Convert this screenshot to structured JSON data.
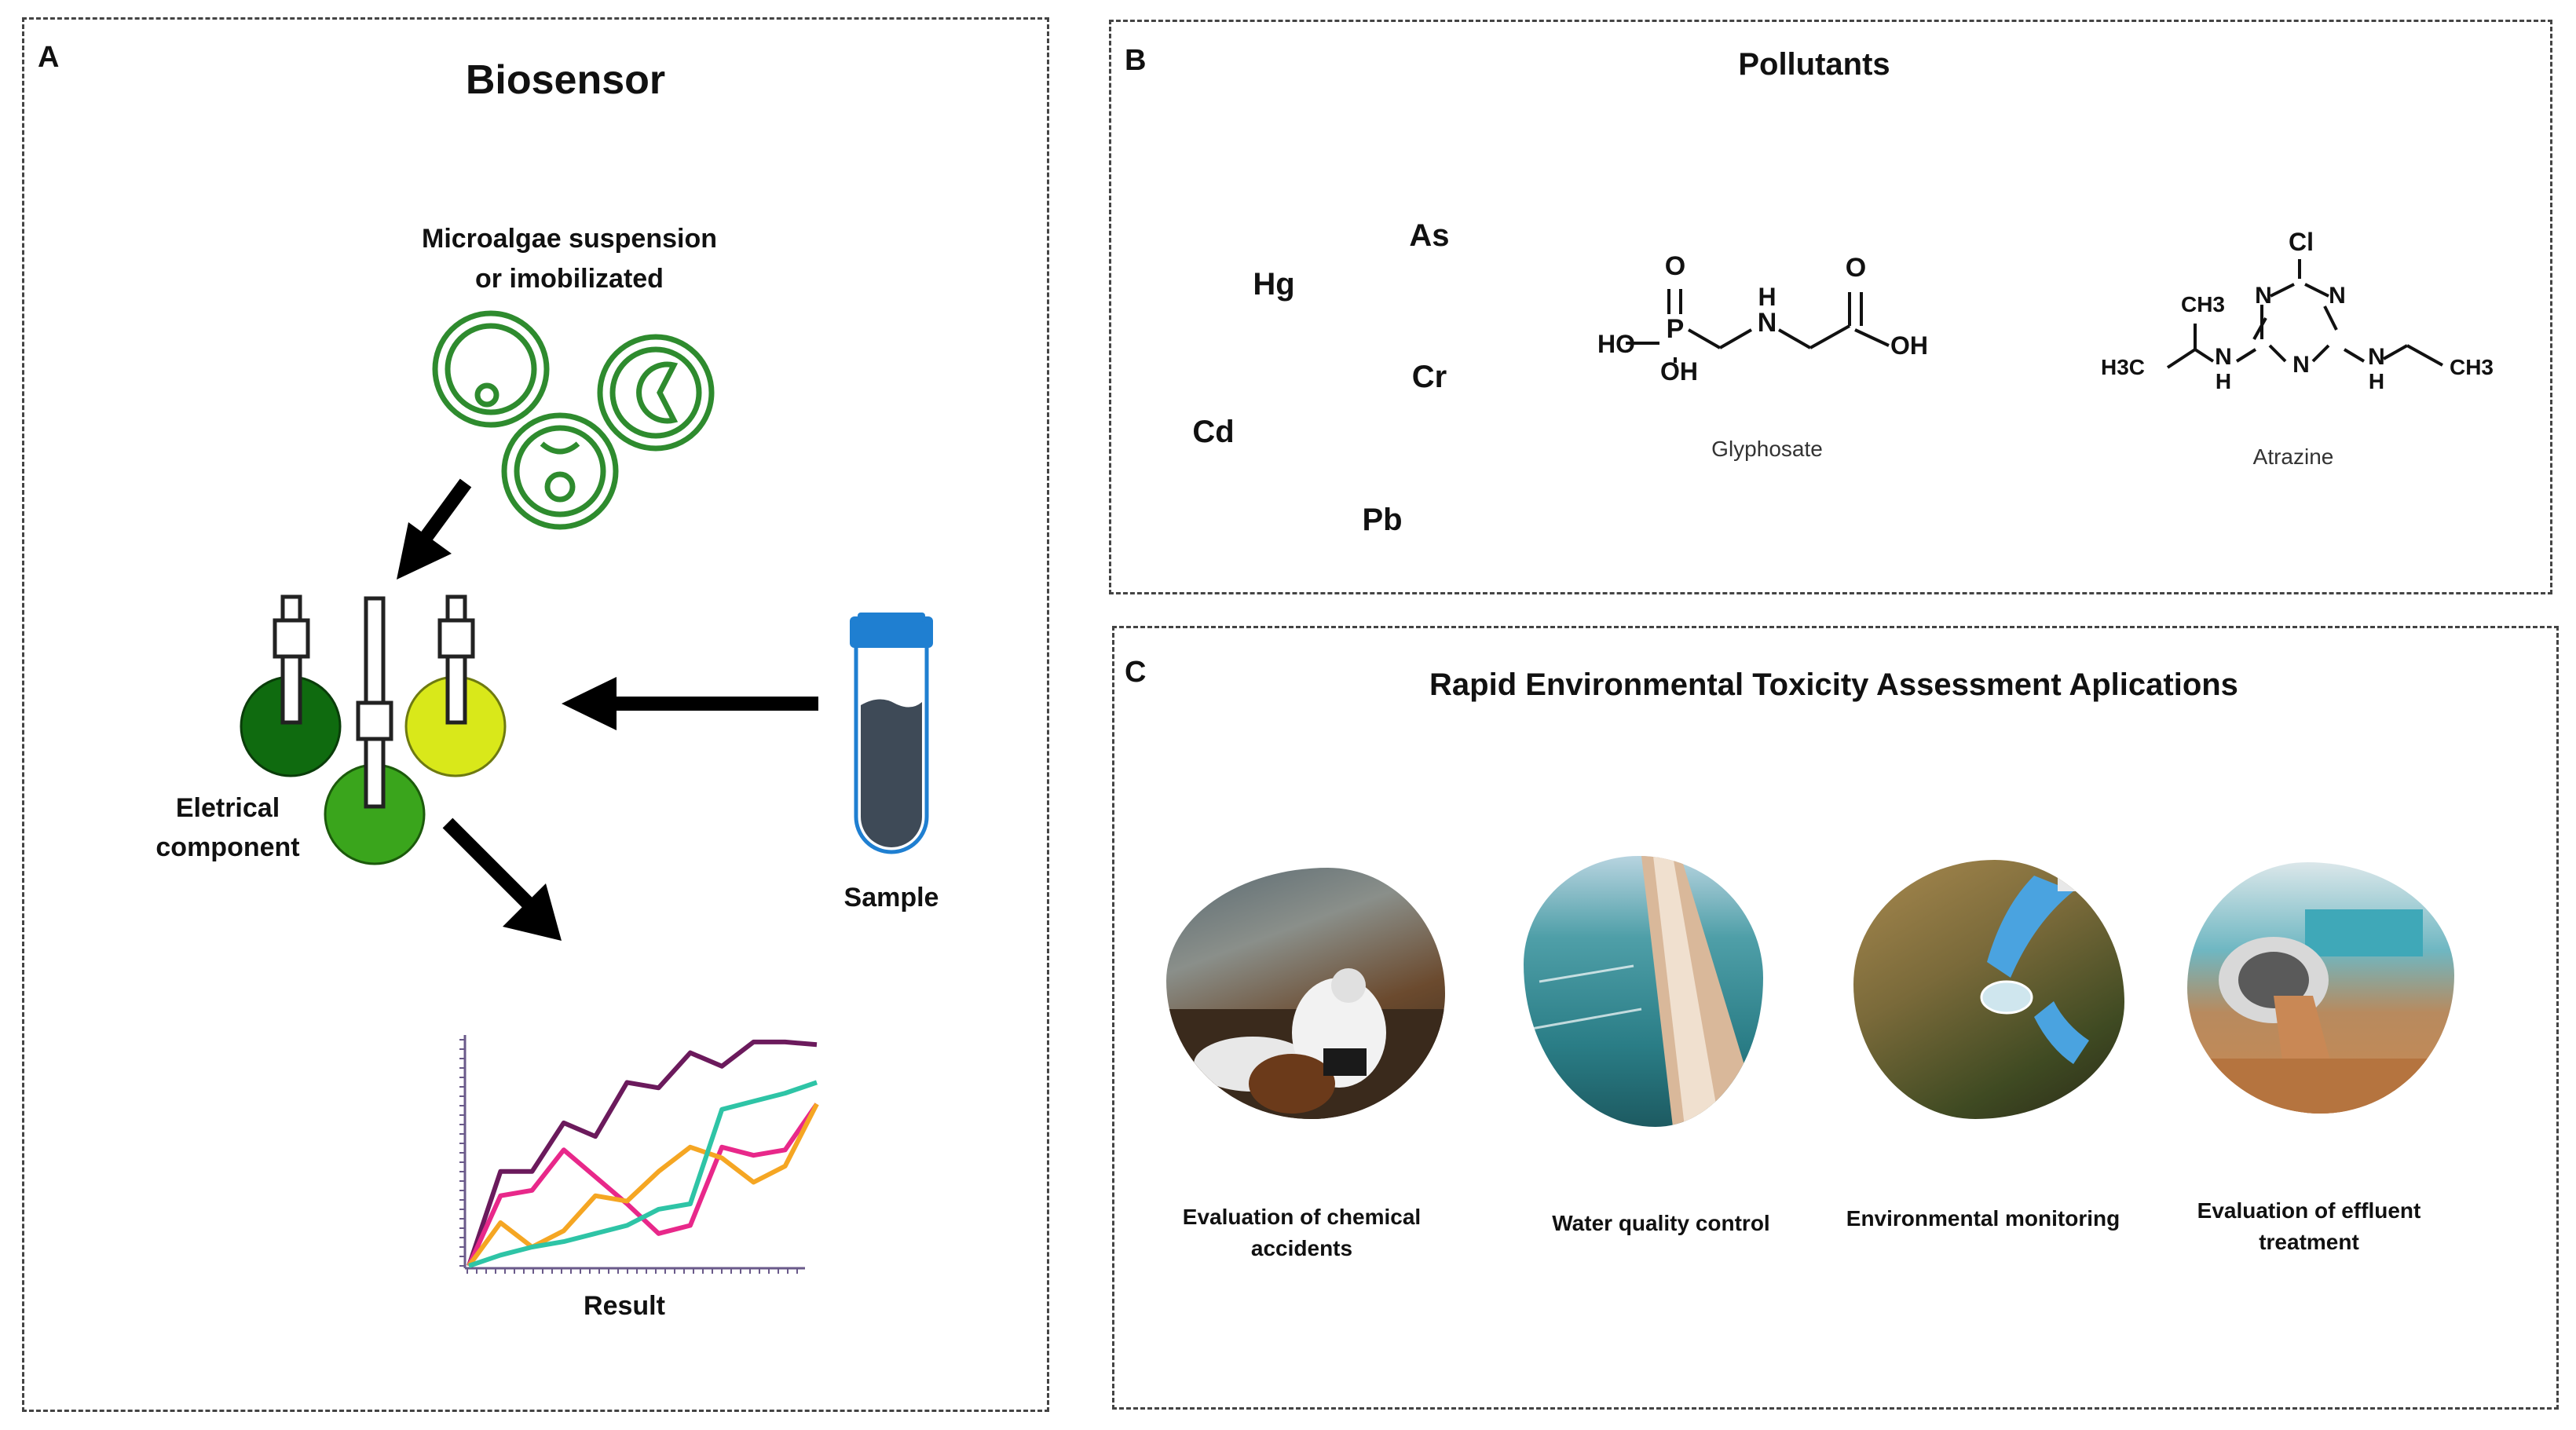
{
  "panelA": {
    "letter": "A",
    "title": "Biosensor",
    "microalgae_label": [
      "Microalgae suspension",
      "or imobilizated"
    ],
    "electrical_label": [
      "Eletrical",
      "component"
    ],
    "sample_label": "Sample",
    "result_label": "Result"
  },
  "panelB": {
    "letter": "B",
    "title": "Pollutants",
    "elements": [
      "As",
      "Hg",
      "Cr",
      "Cd",
      "Pb"
    ],
    "glyphosate_caption": "Glyphosate",
    "atrazine_caption": "Atrazine",
    "glyphosate_atoms": [
      "O",
      "P",
      "HO",
      "OH",
      "H",
      "N",
      "O",
      "OH"
    ],
    "atrazine_atoms": [
      "Cl",
      "N",
      "N",
      "N",
      "N",
      "H",
      "N",
      "H",
      "CH3",
      "H3C",
      "CH3"
    ]
  },
  "panelC": {
    "letter": "C",
    "title": "Rapid Environmental Toxicity Assessment Aplications",
    "applications": [
      {
        "label": "Evaluation of chemical accidents",
        "icon": "chemical-accident-photo"
      },
      {
        "label": "Water quality control",
        "icon": "water-treatment-photo"
      },
      {
        "label": "Environmental monitoring",
        "icon": "soil-sampling-photo"
      },
      {
        "label": "Evaluation of effluent treatment",
        "icon": "effluent-pipe-photo"
      }
    ]
  },
  "colors": {
    "algae_green": "#2e8b2e",
    "electrode_dark": "#0f6b0f",
    "electrode_mid": "#3aa51c",
    "electrode_yellow": "#d9e81a",
    "tube_cap": "#1f7fd1",
    "tube_liquid": "#3e4a57",
    "line_purple": "#6b1a5c",
    "line_pink": "#e8288a",
    "line_orange": "#f5a623",
    "line_teal": "#2ec4a6"
  },
  "result_chart": {
    "type": "line",
    "series": [
      {
        "values": [
          0,
          3.5,
          3.5,
          5.3,
          4.8,
          6.8,
          6.6,
          7.9,
          7.4,
          8.3,
          8.3,
          8.2
        ]
      },
      {
        "values": [
          0,
          2.6,
          2.8,
          4.3,
          3.3,
          2.3,
          1.2,
          1.5,
          4.4,
          4.1,
          4.3,
          6.0
        ]
      },
      {
        "values": [
          0,
          1.6,
          0.7,
          1.3,
          2.6,
          2.4,
          3.5,
          4.4,
          4.0,
          3.1,
          3.7,
          6.0
        ]
      },
      {
        "values": [
          0,
          0.4,
          0.7,
          0.9,
          1.2,
          1.5,
          2.1,
          2.3,
          5.8,
          6.1,
          6.4,
          6.8
        ]
      }
    ]
  }
}
